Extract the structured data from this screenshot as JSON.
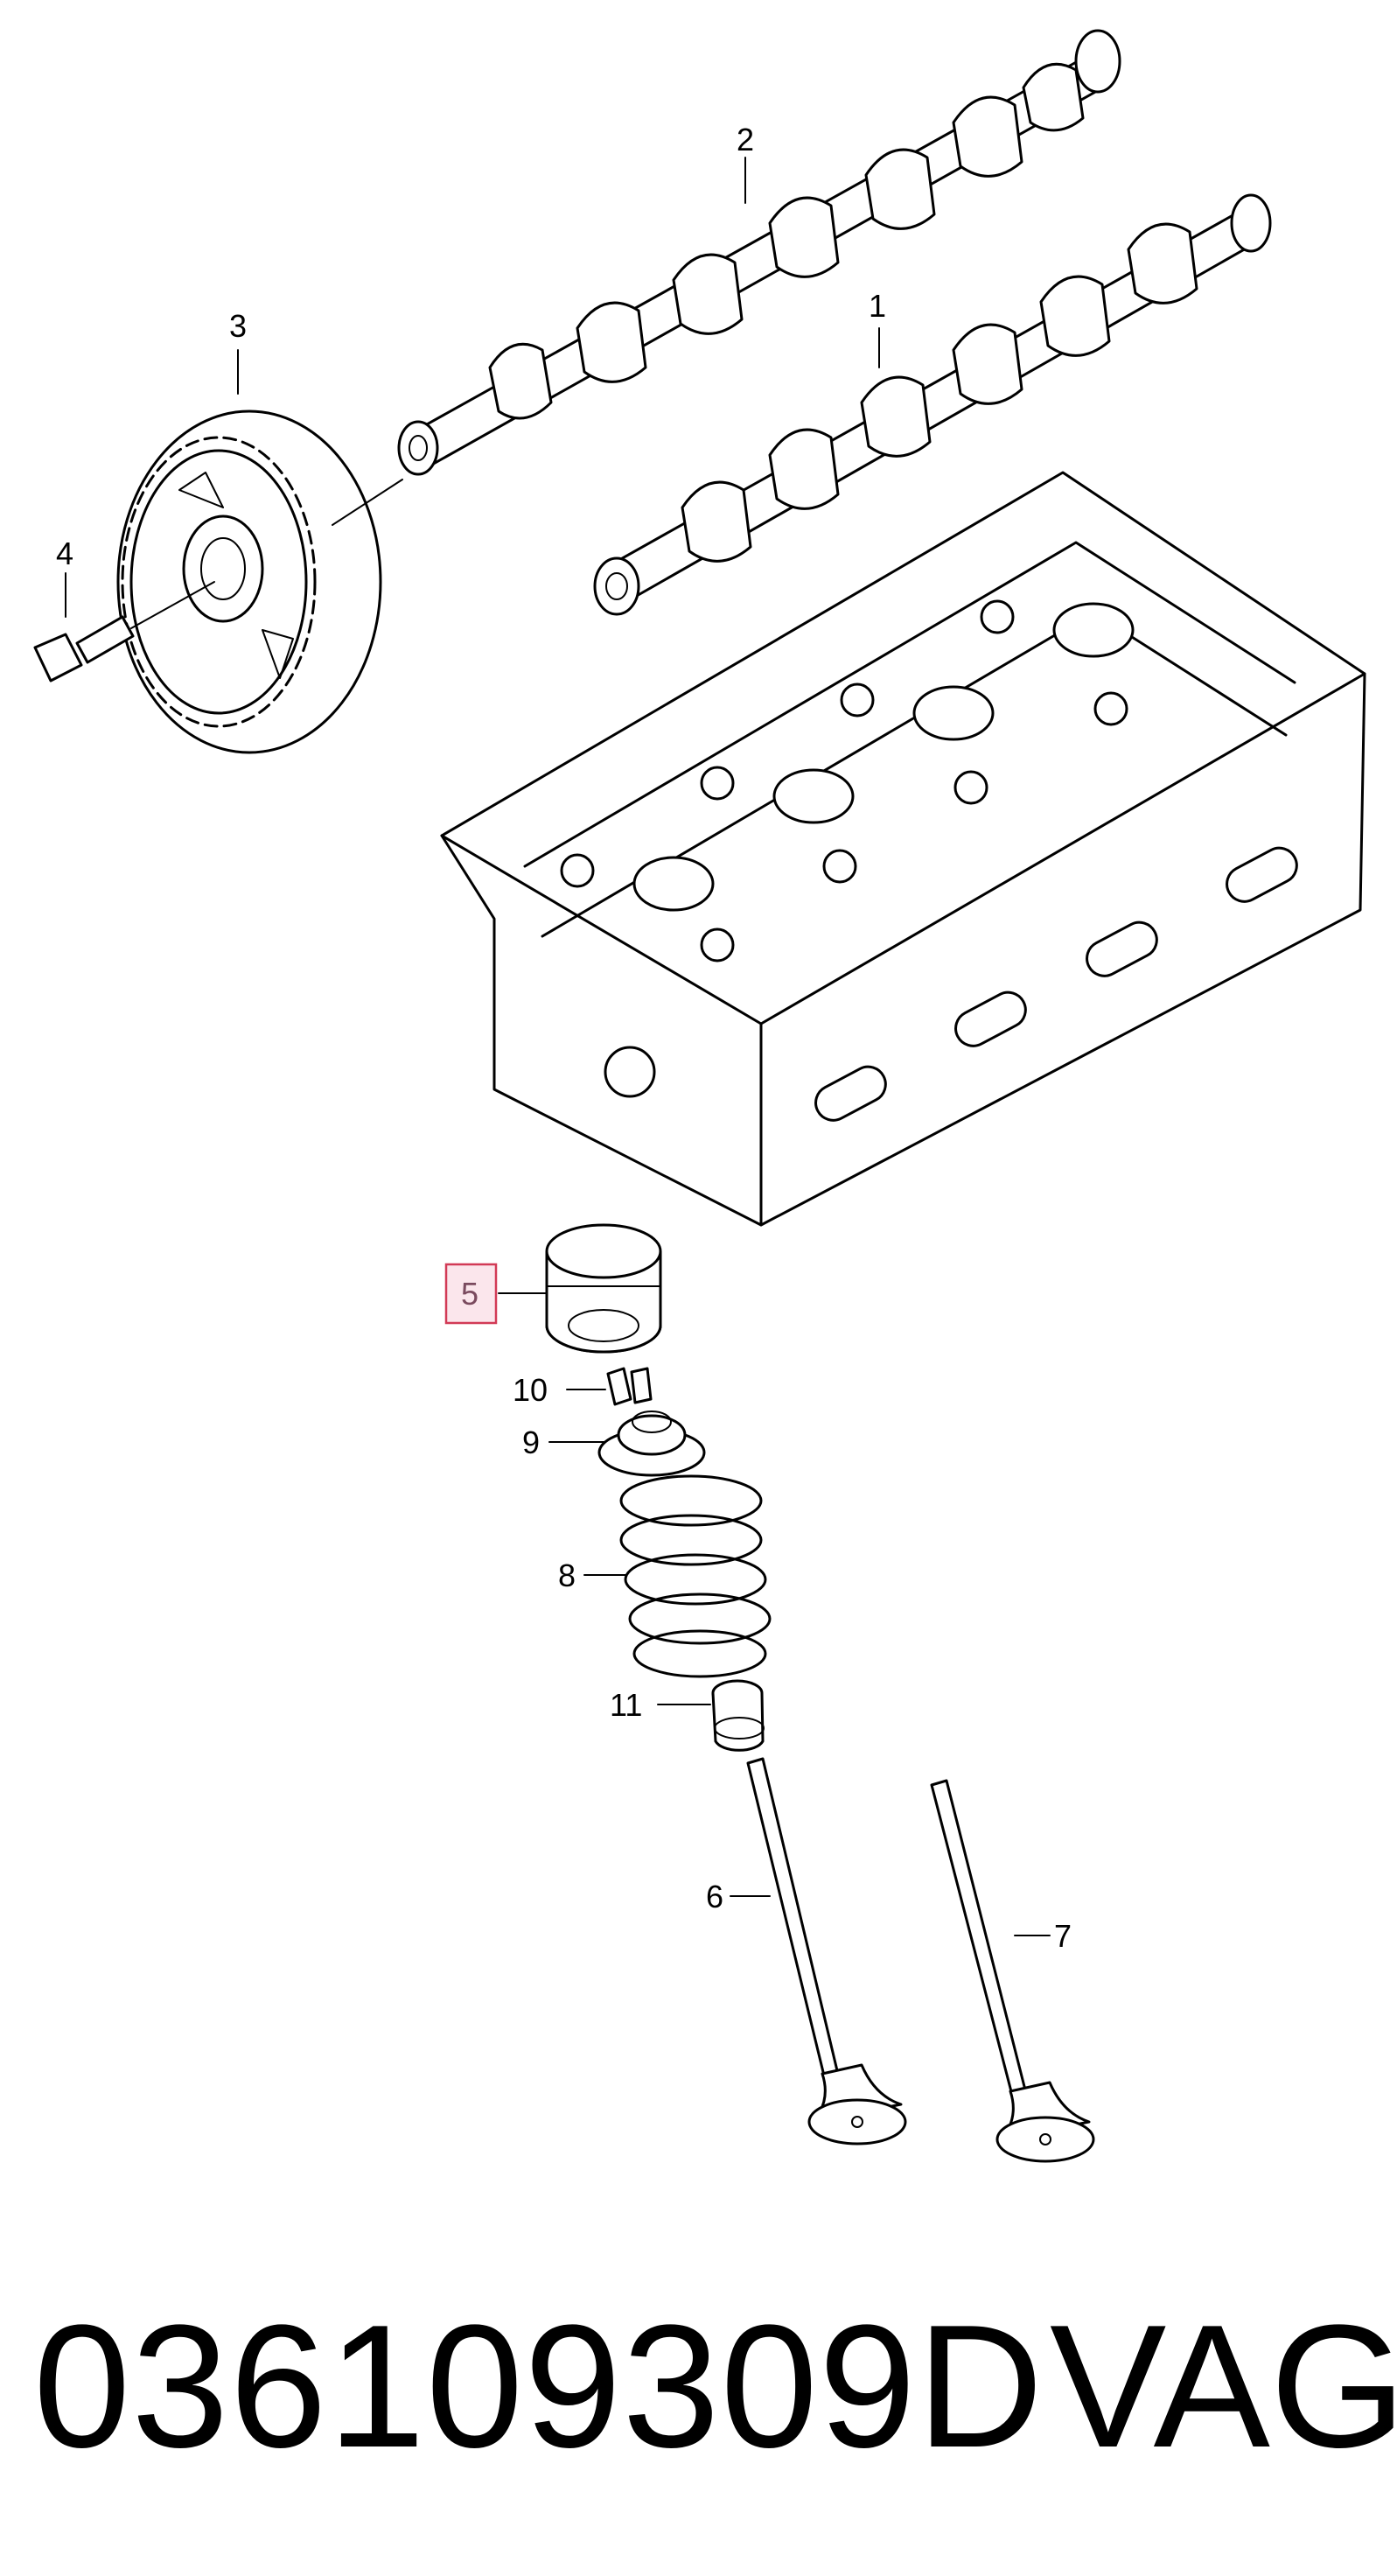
{
  "diagram": {
    "callouts": [
      {
        "id": "1",
        "label": "1"
      },
      {
        "id": "2",
        "label": "2"
      },
      {
        "id": "3",
        "label": "3"
      },
      {
        "id": "4",
        "label": "4"
      },
      {
        "id": "5",
        "label": "5",
        "highlighted": true
      },
      {
        "id": "6",
        "label": "6"
      },
      {
        "id": "7",
        "label": "7"
      },
      {
        "id": "8",
        "label": "8"
      },
      {
        "id": "9",
        "label": "9"
      },
      {
        "id": "10",
        "label": "10"
      },
      {
        "id": "11",
        "label": "11"
      }
    ],
    "highlight_color": "#d23a56"
  },
  "footer": {
    "part_number": "036109309D",
    "brand": "VAG"
  }
}
